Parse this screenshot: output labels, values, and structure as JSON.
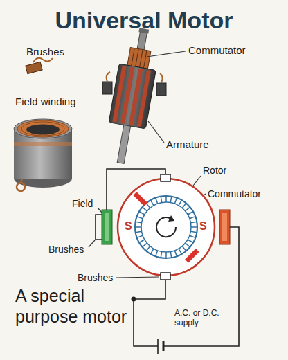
{
  "diagram": {
    "title": "Universal Motor",
    "caption": "A special purpose motor",
    "labels": [
      "Brushes",
      "Commutator",
      "Field winding",
      "Armature",
      "Rotor",
      "Commutator",
      "Field",
      "S",
      "S",
      "Brushes",
      "Brushes",
      "A.C. or D.C. supply"
    ]
  }
}
